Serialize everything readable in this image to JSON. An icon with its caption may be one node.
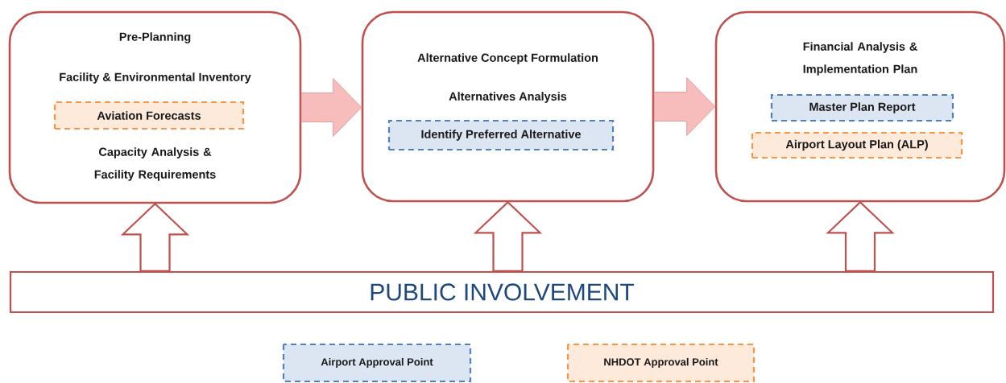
{
  "diagram": {
    "nodes": [
      {
        "text": [
          "Pre-Planning",
          "Facility & Environmental Inventory",
          "Capacity Analysis & Facility Requirements"
        ]
      },
      {
        "text": [
          "Aviation Forecasts"
        ],
        "in": 0
      },
      {
        "text": [
          "Alternative Concept Formulation",
          "Alternatives Analysis"
        ]
      },
      {
        "text": [
          "Identify Preferred Alternative"
        ],
        "in": 2
      },
      {
        "text": [
          "Financial Analysis & Implementation Plan"
        ]
      },
      {
        "text": [
          "Master Plan Report"
        ],
        "in": 4
      },
      {
        "text": [
          "Airport Layout Plan (ALP)"
        ],
        "in": 4
      },
      {
        "text": [
          "PUBLIC INVOLVEMENT"
        ]
      }
    ],
    "edges": [
      {
        "from": 0,
        "to": 2,
        "arrow": "to"
      },
      {
        "from": 2,
        "to": 4,
        "arrow": "to"
      },
      {
        "from": 7,
        "to": 0,
        "arrow": "to"
      },
      {
        "from": 7,
        "to": 2,
        "arrow": "to"
      },
      {
        "from": 7,
        "to": 4,
        "arrow": "to"
      }
    ],
    "legend": [
      {
        "text": "Airport Approval Point",
        "color": "#4f81bd"
      },
      {
        "text": "NHDOT Approval Point",
        "color": "#f79646"
      }
    ]
  }
}
